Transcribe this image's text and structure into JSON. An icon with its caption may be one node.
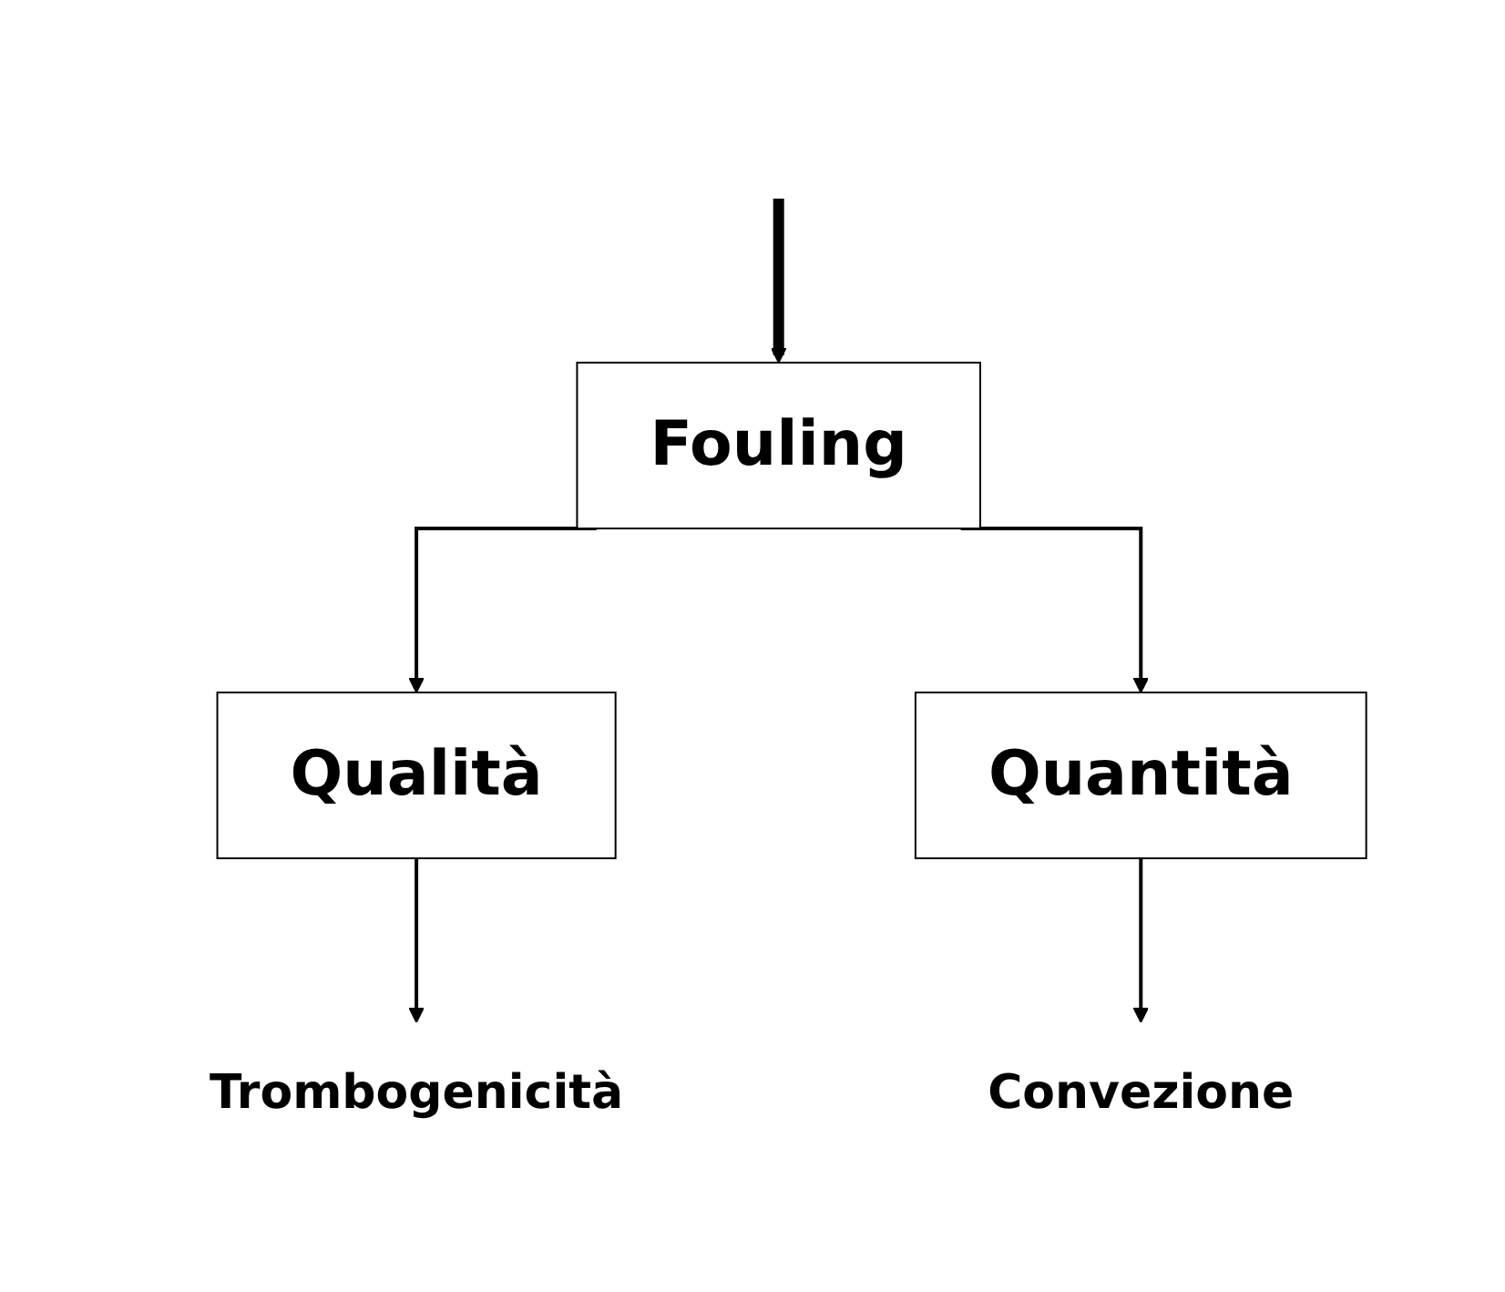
{
  "diagram": {
    "nodes": [
      {
        "text": [
          "Fouling"
        ]
      },
      {
        "text": [
          "Qualità"
        ]
      },
      {
        "text": [
          "Quantità"
        ]
      },
      {
        "text": [
          "Trombogenicità"
        ]
      },
      {
        "text": [
          "Convezione"
        ]
      }
    ],
    "edges": [
      {
        "from": null,
        "to": 0,
        "arrow": "to",
        "style": "thick"
      },
      {
        "from": 0,
        "to": 1,
        "arrow": "to"
      },
      {
        "from": 0,
        "to": 2,
        "arrow": "to"
      },
      {
        "from": 1,
        "to": 3,
        "arrow": "to"
      },
      {
        "from": 2,
        "to": 4,
        "arrow": "to"
      }
    ]
  }
}
